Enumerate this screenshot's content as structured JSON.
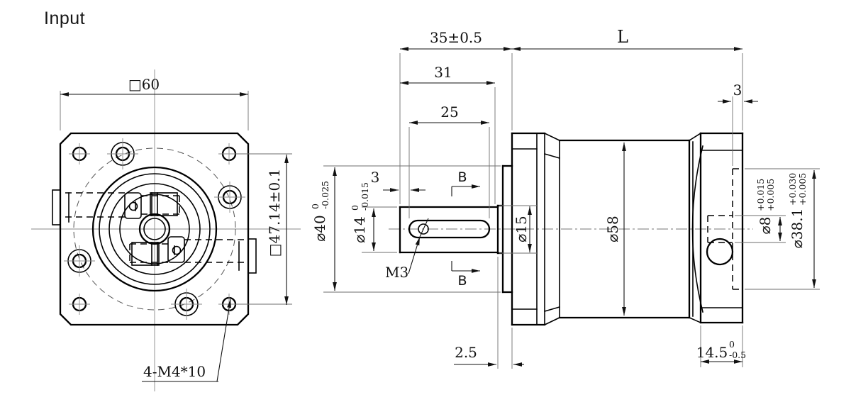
{
  "title": "Input",
  "front_view": {
    "square_width": "□60",
    "bolt_spacing": "□47.14±0.1",
    "tapped_holes": "4-M4*10"
  },
  "side_view": {
    "shaft_to_flange": "35±0.5",
    "body_length": "L",
    "shaft_length": "31",
    "keyway_length": "25",
    "keyway_offset": "3",
    "recess_depth": "3",
    "boss_clearance": "2.5",
    "section_label": "B",
    "thread_callout": "M3",
    "dia_pilot": {
      "main": "⌀40",
      "tol_top": "0",
      "tol_bot": "-0.025"
    },
    "dia_shaft": {
      "main": "⌀14",
      "tol_top": "0",
      "tol_bot": "-0.015"
    },
    "dia_collar": "⌀15",
    "dia_body": "⌀58",
    "dia_bore": {
      "main": "⌀8",
      "tol_top": "+0.015",
      "tol_bot": "+0.005"
    },
    "dia_spigot": {
      "main": "⌀38.1",
      "tol_top": "+0.030",
      "tol_bot": "+0.005"
    },
    "cap_length": {
      "main": "14.5",
      "tol_top": "0",
      "tol_bot": "-0.5"
    }
  }
}
